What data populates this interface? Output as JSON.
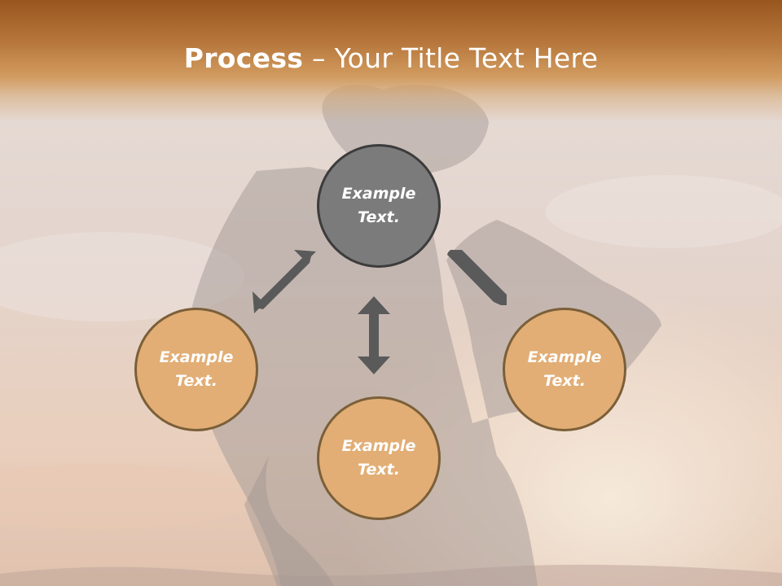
{
  "slide": {
    "title_bold": "Process",
    "title_rest": " – Your Title Text Here"
  },
  "diagram": {
    "nodes": [
      {
        "id": "top",
        "line1": "Example",
        "line2": "Text."
      },
      {
        "id": "left",
        "line1": "Example",
        "line2": "Text."
      },
      {
        "id": "bottom",
        "line1": "Example",
        "line2": "Text."
      },
      {
        "id": "right",
        "line1": "Example",
        "line2": "Text."
      }
    ],
    "colors": {
      "center_fill": "#7b7b7b",
      "center_border": "#3c3c3c",
      "node_fill": "#e2ae75",
      "node_border": "#7b5f39",
      "arrow": "#5a5a5a",
      "title_band": "#b7773c"
    }
  }
}
